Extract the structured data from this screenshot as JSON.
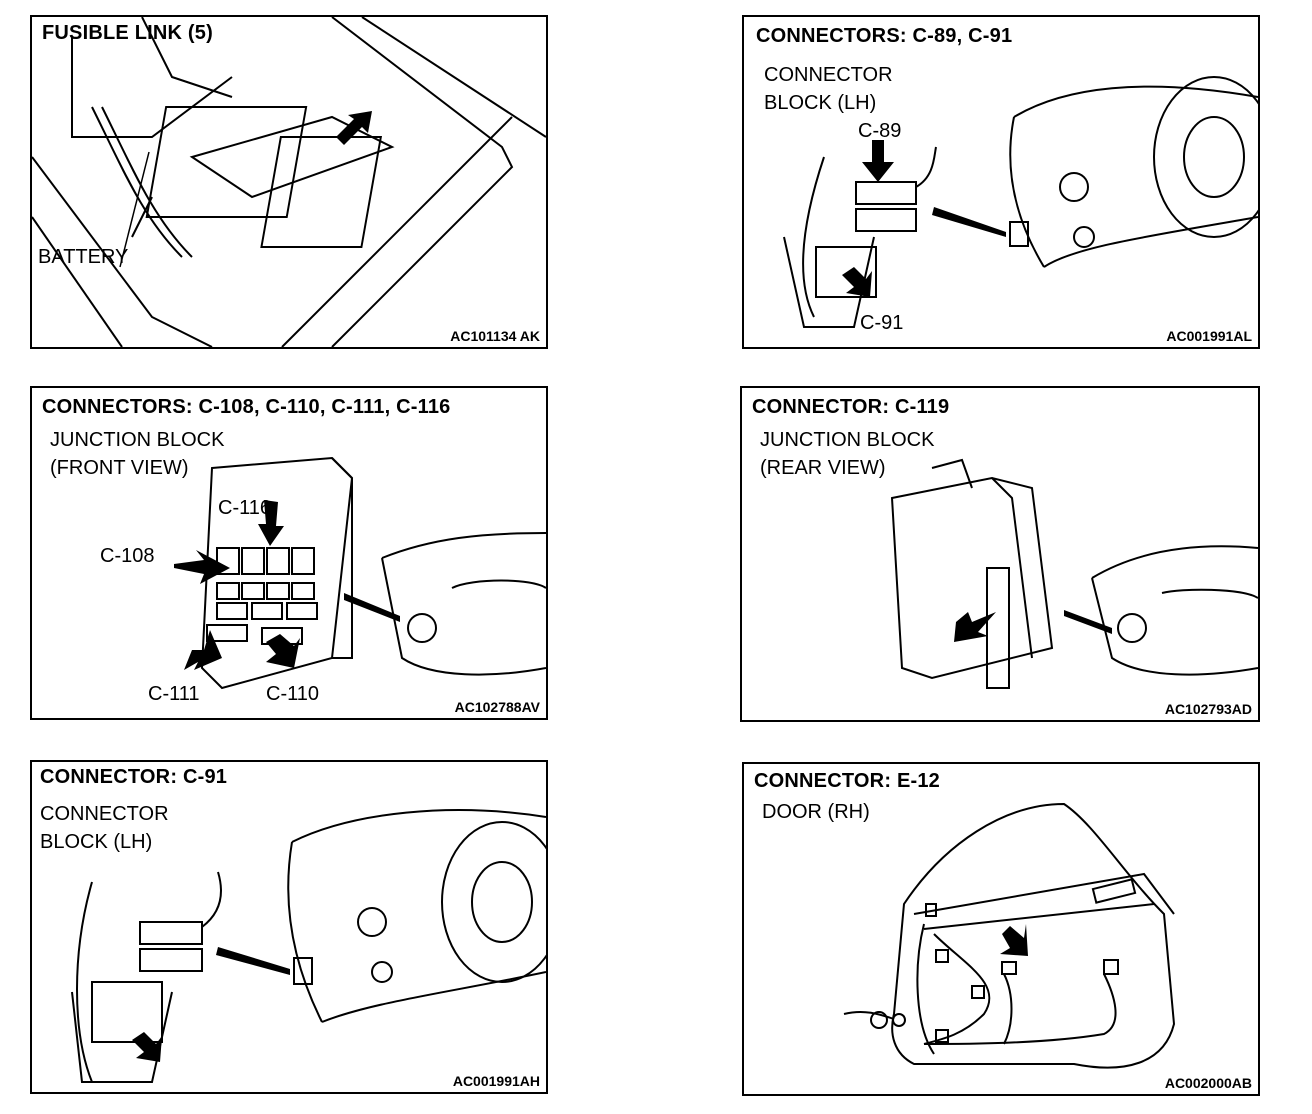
{
  "panels": [
    {
      "title": "FUSIBLE LINK (5)",
      "labels": [
        "BATTERY"
      ],
      "code": "AC101134 AK"
    },
    {
      "title": "CONNECTORS: C-89, C-91",
      "labels": [
        "CONNECTOR\nBLOCK (LH)",
        "C-89",
        "C-91"
      ],
      "code": "AC001991AL"
    },
    {
      "title": "CONNECTORS: C-108, C-110, C-111, C-116",
      "labels": [
        "JUNCTION BLOCK\n(FRONT VIEW)",
        "C-116",
        "C-108",
        "C-111",
        "C-110"
      ],
      "code": "AC102788AV"
    },
    {
      "title": "CONNECTOR: C-119",
      "labels": [
        "JUNCTION BLOCK\n(REAR VIEW)"
      ],
      "code": "AC102793AD"
    },
    {
      "title": "CONNECTOR: C-91",
      "labels": [
        "CONNECTOR\nBLOCK (LH)"
      ],
      "code": "AC001991AH"
    },
    {
      "title": "CONNECTOR: E-12",
      "labels": [
        "DOOR (RH)"
      ],
      "code": "AC002000AB"
    }
  ]
}
